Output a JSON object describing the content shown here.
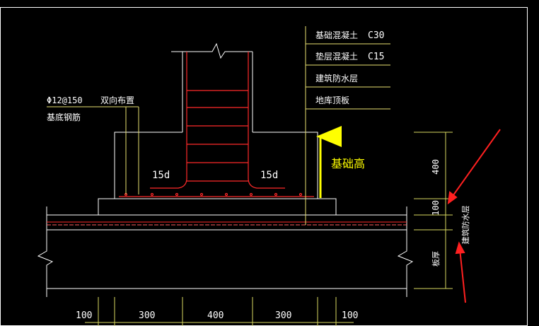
{
  "labels": {
    "concrete_base": "基础混凝土",
    "concrete_base_grade": "C30",
    "concrete_cushion": "垫层混凝土",
    "concrete_cushion_grade": "C15",
    "waterproof_layer": "建筑防水层",
    "basement_roof": "地库顶板",
    "rebar_spec": "Φ12@150",
    "rebar_layout": "双向布置",
    "rebar_name": "基底钢筋",
    "anchor_left": "15d",
    "anchor_right": "15d",
    "foundation_height": "基础高",
    "dim_400": "400",
    "dim_100_vertical": "100",
    "waterproof_vertical": "建筑防水层",
    "slab_thickness": "板厚"
  },
  "bottom_dims": [
    "100",
    "300",
    "400",
    "300",
    "100"
  ],
  "colors": {
    "background": "#000000",
    "lines": "#ffffff",
    "rebar": "#ff2a2a",
    "leader": "#e8e070",
    "dim": "#d8d860",
    "arrow_yellow": "#ffff00",
    "arrow_red": "#ff2020",
    "highlight_text": "#ffff00"
  }
}
